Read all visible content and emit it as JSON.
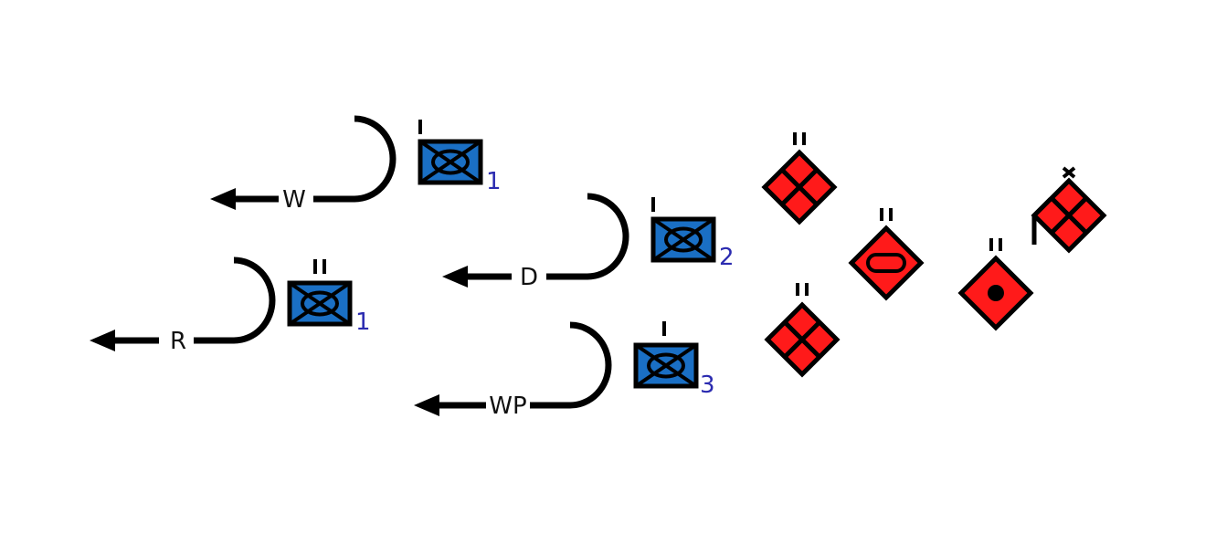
{
  "colors": {
    "friendly_fill": "#1a6fc4",
    "hostile_fill": "#ff1a1a",
    "number_text": "#2b2bb0",
    "stroke": "#000000"
  },
  "maneuvers": [
    {
      "id": "w",
      "label": "W"
    },
    {
      "id": "d",
      "label": "D"
    },
    {
      "id": "r",
      "label": "R"
    },
    {
      "id": "wp",
      "label": "WP"
    }
  ],
  "friendly_units": [
    {
      "id": "u1",
      "echelon": "I",
      "number": "1"
    },
    {
      "id": "u2",
      "echelon": "I",
      "number": "2"
    },
    {
      "id": "u3",
      "echelon": "II",
      "number": "1"
    },
    {
      "id": "u4",
      "echelon": "I",
      "number": "3"
    }
  ],
  "hostile_units": [
    {
      "id": "h1",
      "echelon": "II",
      "icon": "grid-icon"
    },
    {
      "id": "h2",
      "echelon": "II",
      "icon": "oval-icon"
    },
    {
      "id": "h3",
      "echelon": "II",
      "icon": "dot-icon"
    },
    {
      "id": "h4",
      "echelon": "X",
      "icon": "grid-icon",
      "flag": true
    },
    {
      "id": "h5",
      "echelon": "II",
      "icon": "grid-icon"
    }
  ]
}
